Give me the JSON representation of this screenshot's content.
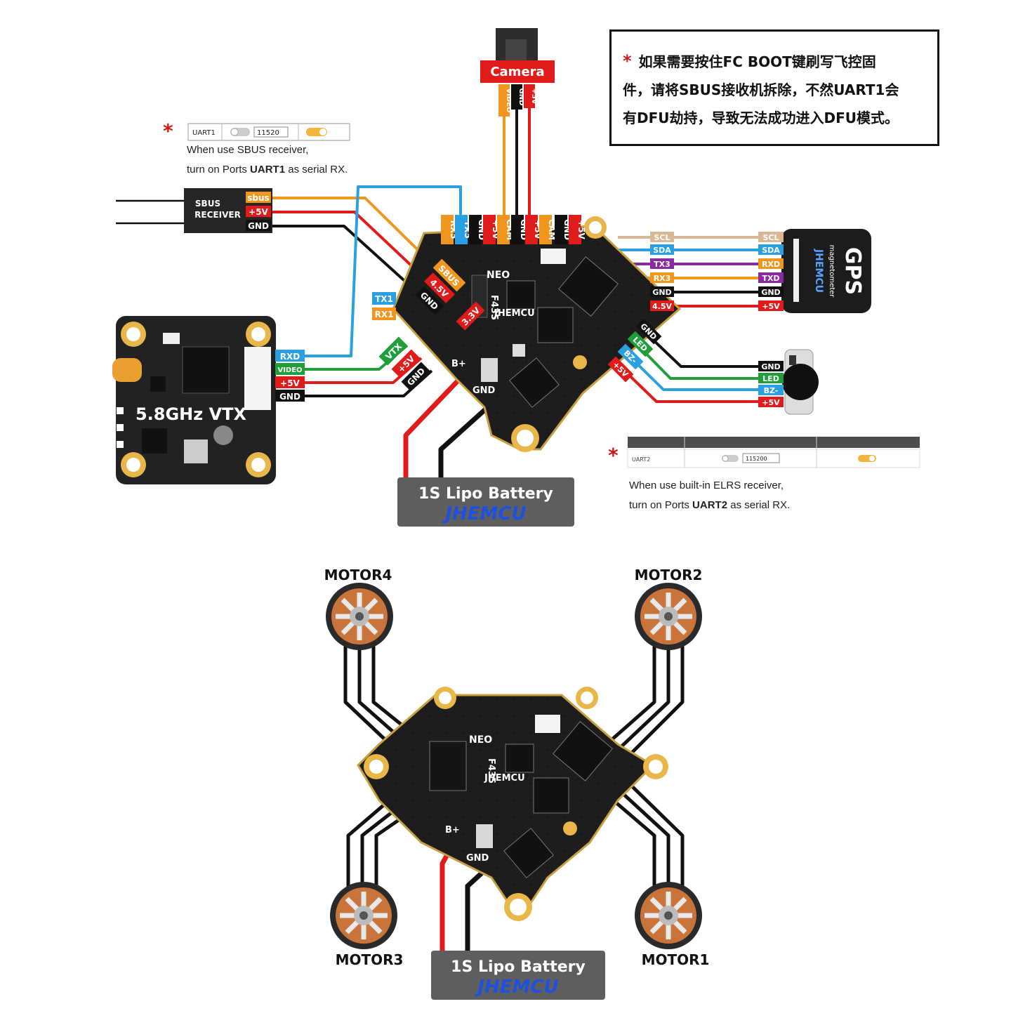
{
  "note": {
    "line1": "如果需要按住FC BOOT键刷写飞控固",
    "line2": "件，请将SBUS接收机拆除，不然UART1会",
    "line3": "有DFU劫持，导致无法成功进入DFU模式。"
  },
  "uart1_hint": {
    "port": "UART1",
    "baud": "11520",
    "line1": "When use SBUS receiver,",
    "line2_pre": "turn on Ports ",
    "line2_bold": "UART1",
    "line2_post": " as serial RX."
  },
  "uart2_hint": {
    "port": "UART2",
    "baud": "115200",
    "line1": "When use built-in ELRS receiver,",
    "line2_pre": "turn on Ports ",
    "line2_bold": "UART2",
    "line2_post": " as serial RX."
  },
  "camera": {
    "label": "Camera",
    "pins": [
      "VIDEO",
      "GND",
      "+5V"
    ]
  },
  "sbus_receiver": {
    "title1": "SBUS",
    "title2": "RECEIVER",
    "pins": [
      "sbus",
      "+5V",
      "GND"
    ]
  },
  "vtx": {
    "label": "5.8GHz VTX",
    "pins": [
      "RXD",
      "VIDEO",
      "+5V",
      "GND"
    ]
  },
  "gps": {
    "label": "GPS",
    "sub": "magnetometer",
    "brand": "JHEMCU",
    "pins": [
      "SCL",
      "SDA",
      "RXD",
      "TXD",
      "GND",
      "+5V"
    ]
  },
  "gps_wire_labels": [
    "SCL",
    "SDA",
    "TX3",
    "RX3",
    "GND",
    "4.5V"
  ],
  "buzzer": {
    "pins": [
      "GND",
      "LED",
      "BZ-",
      "+5V"
    ]
  },
  "buzzer_pad_labels": [
    "GND",
    "LED",
    "BZ-",
    "+5V"
  ],
  "top_pads": [
    "RX5",
    "TX5",
    "GND",
    "+5V",
    "CAM",
    "GND",
    "+5V",
    "CAM",
    "GND",
    "+5V"
  ],
  "left_pads": [
    "SBUS",
    "4.5V",
    "GND",
    "TX1",
    "RX1",
    "3.3V"
  ],
  "vtx_pads": [
    "VTX",
    "+5V",
    "GND"
  ],
  "board": {
    "neo": "NEO",
    "model": "F435",
    "brand": "JHEMCU",
    "bplus": "B+",
    "gnd": "GND"
  },
  "battery": {
    "label": "1S Lipo Battery",
    "brand": "JHEMCU"
  },
  "motors": {
    "m1": "MOTOR1",
    "m2": "MOTOR2",
    "m3": "MOTOR3",
    "m4": "MOTOR4"
  },
  "colors": {
    "orange": "#f0961e",
    "red": "#e01b1b",
    "black": "#111111",
    "blue": "#2aa0e0",
    "green": "#1f9e3a",
    "purple": "#8a2aa0",
    "tan": "#d8b896",
    "brandblue": "#1e50e0"
  }
}
